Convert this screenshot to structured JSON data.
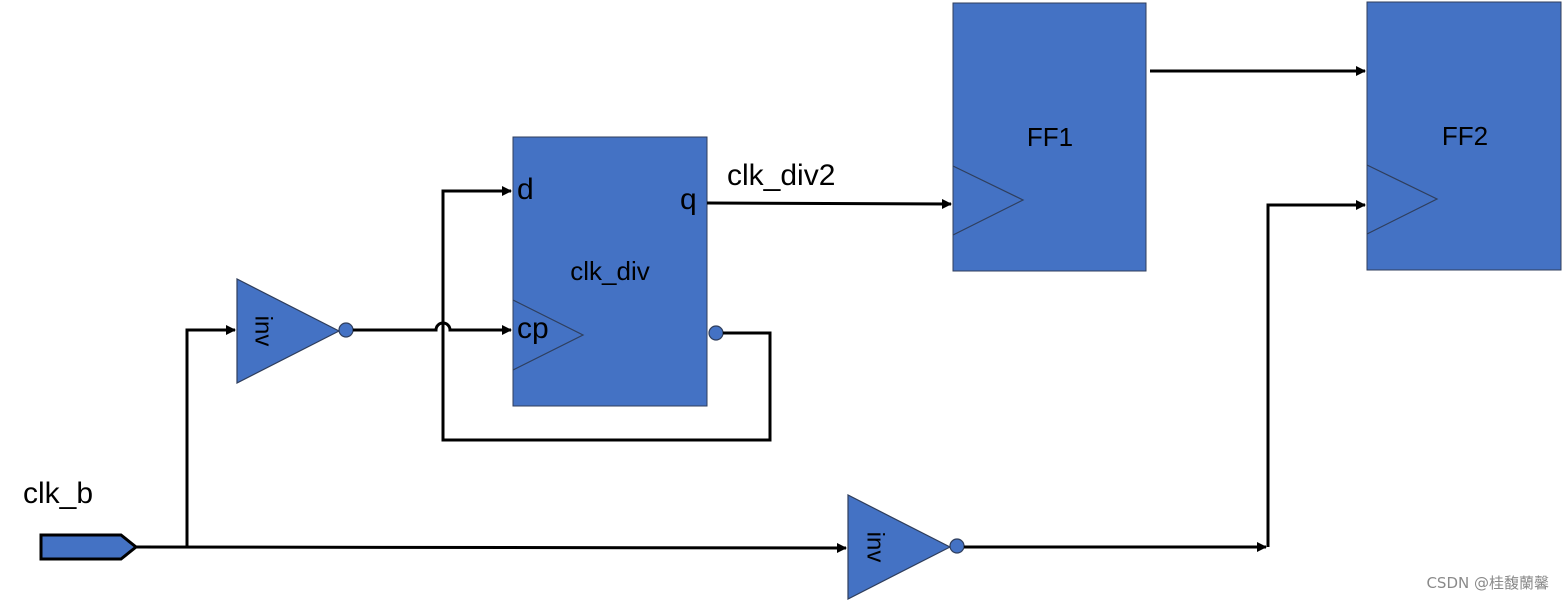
{
  "blocks": {
    "clk_div": {
      "name": "clk_div",
      "pin_d": "d",
      "pin_q": "q",
      "pin_cp": "cp"
    },
    "ff1": {
      "name": "FF1"
    },
    "ff2": {
      "name": "FF2"
    }
  },
  "inverters": {
    "top": "inv",
    "bottom": "inv"
  },
  "signals": {
    "clk_b": "clk_b",
    "clk_div2": "clk_div2"
  },
  "watermark": "CSDN @桂馥蘭馨",
  "colors": {
    "block_fill": "#4472C4",
    "block_stroke": "#2F3E5C",
    "wire": "#000000",
    "port_fill": "#4472C4"
  }
}
